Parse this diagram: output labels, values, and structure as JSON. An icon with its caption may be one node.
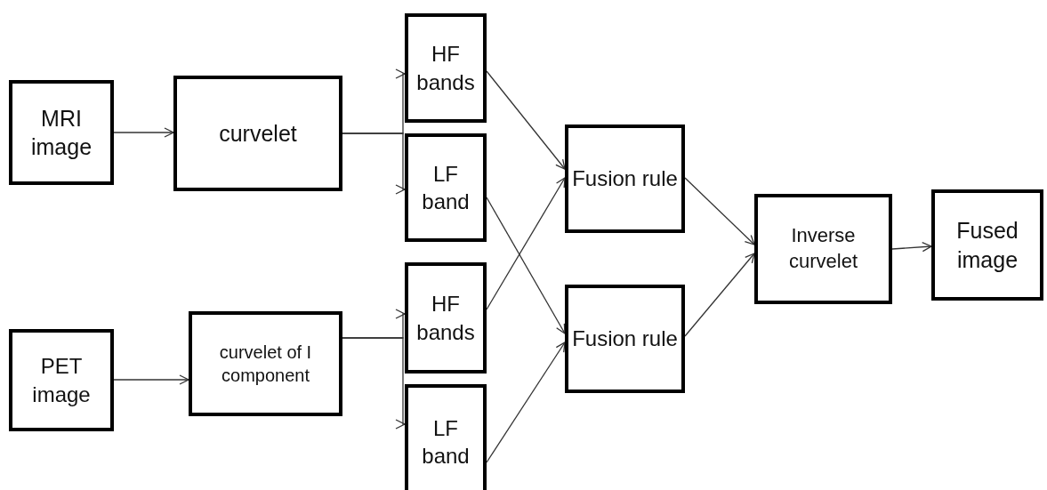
{
  "diagram": {
    "nodes": [
      {
        "text": [
          "MRI image"
        ]
      },
      {
        "text": [
          "curvelet"
        ]
      },
      {
        "text": [
          "HF bands"
        ]
      },
      {
        "text": [
          "LF band"
        ]
      },
      {
        "text": [
          "Fusion rule"
        ]
      },
      {
        "text": [
          "Inverse curvelet"
        ]
      },
      {
        "text": [
          "Fused image"
        ]
      },
      {
        "text": [
          "PET image"
        ]
      },
      {
        "text": [
          "curvelet of I component"
        ]
      },
      {
        "text": [
          "HF bands"
        ]
      },
      {
        "text": [
          "LF band"
        ]
      },
      {
        "text": [
          "Fusion rule"
        ]
      }
    ],
    "edges": [
      {
        "from": 0,
        "to": 1,
        "arrow": "to"
      },
      {
        "from": 1,
        "to": 2,
        "arrow": "to"
      },
      {
        "from": 1,
        "to": 3,
        "arrow": "to"
      },
      {
        "from": 2,
        "to": 4,
        "arrow": "to"
      },
      {
        "from": 3,
        "to": 11,
        "arrow": "to"
      },
      {
        "from": 9,
        "to": 4,
        "arrow": "to"
      },
      {
        "from": 10,
        "to": 11,
        "arrow": "to"
      },
      {
        "from": 4,
        "to": 5,
        "arrow": "to"
      },
      {
        "from": 11,
        "to": 5,
        "arrow": "to"
      },
      {
        "from": 5,
        "to": 6,
        "arrow": "to"
      },
      {
        "from": 7,
        "to": 8,
        "arrow": "to"
      },
      {
        "from": 8,
        "to": 9,
        "arrow": "to"
      },
      {
        "from": 8,
        "to": 10,
        "arrow": "to"
      }
    ]
  }
}
